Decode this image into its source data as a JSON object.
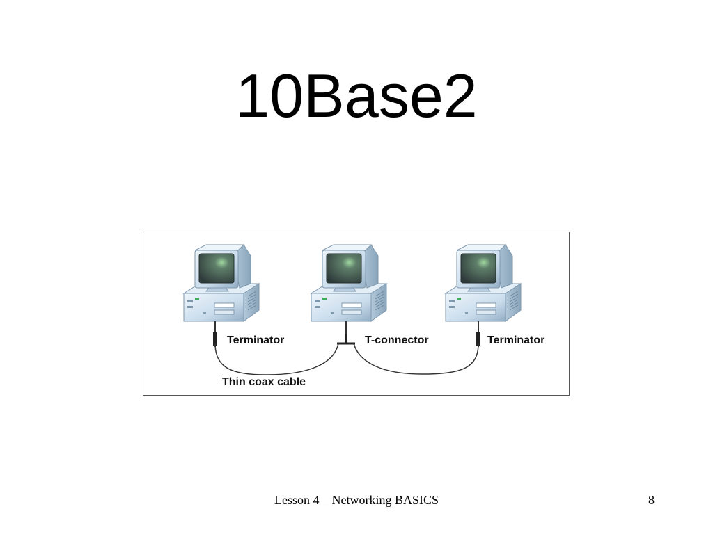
{
  "slide": {
    "title": "10Base2"
  },
  "diagram": {
    "labels": {
      "terminator_left": "Terminator",
      "t_connector": "T-connector",
      "terminator_right": "Terminator",
      "cable": "Thin coax cable"
    },
    "computers": [
      {
        "id": "left",
        "icon": "computer-icon"
      },
      {
        "id": "center",
        "icon": "computer-icon"
      },
      {
        "id": "right",
        "icon": "computer-icon"
      }
    ],
    "colors": {
      "computer_body": "#cfe0ee",
      "computer_shade": "#9fb8cc",
      "screen": "#3a4a4a",
      "cable": "#333333"
    }
  },
  "footer": {
    "lesson": "Lesson 4—Networking BASICS",
    "page_number": "8"
  }
}
